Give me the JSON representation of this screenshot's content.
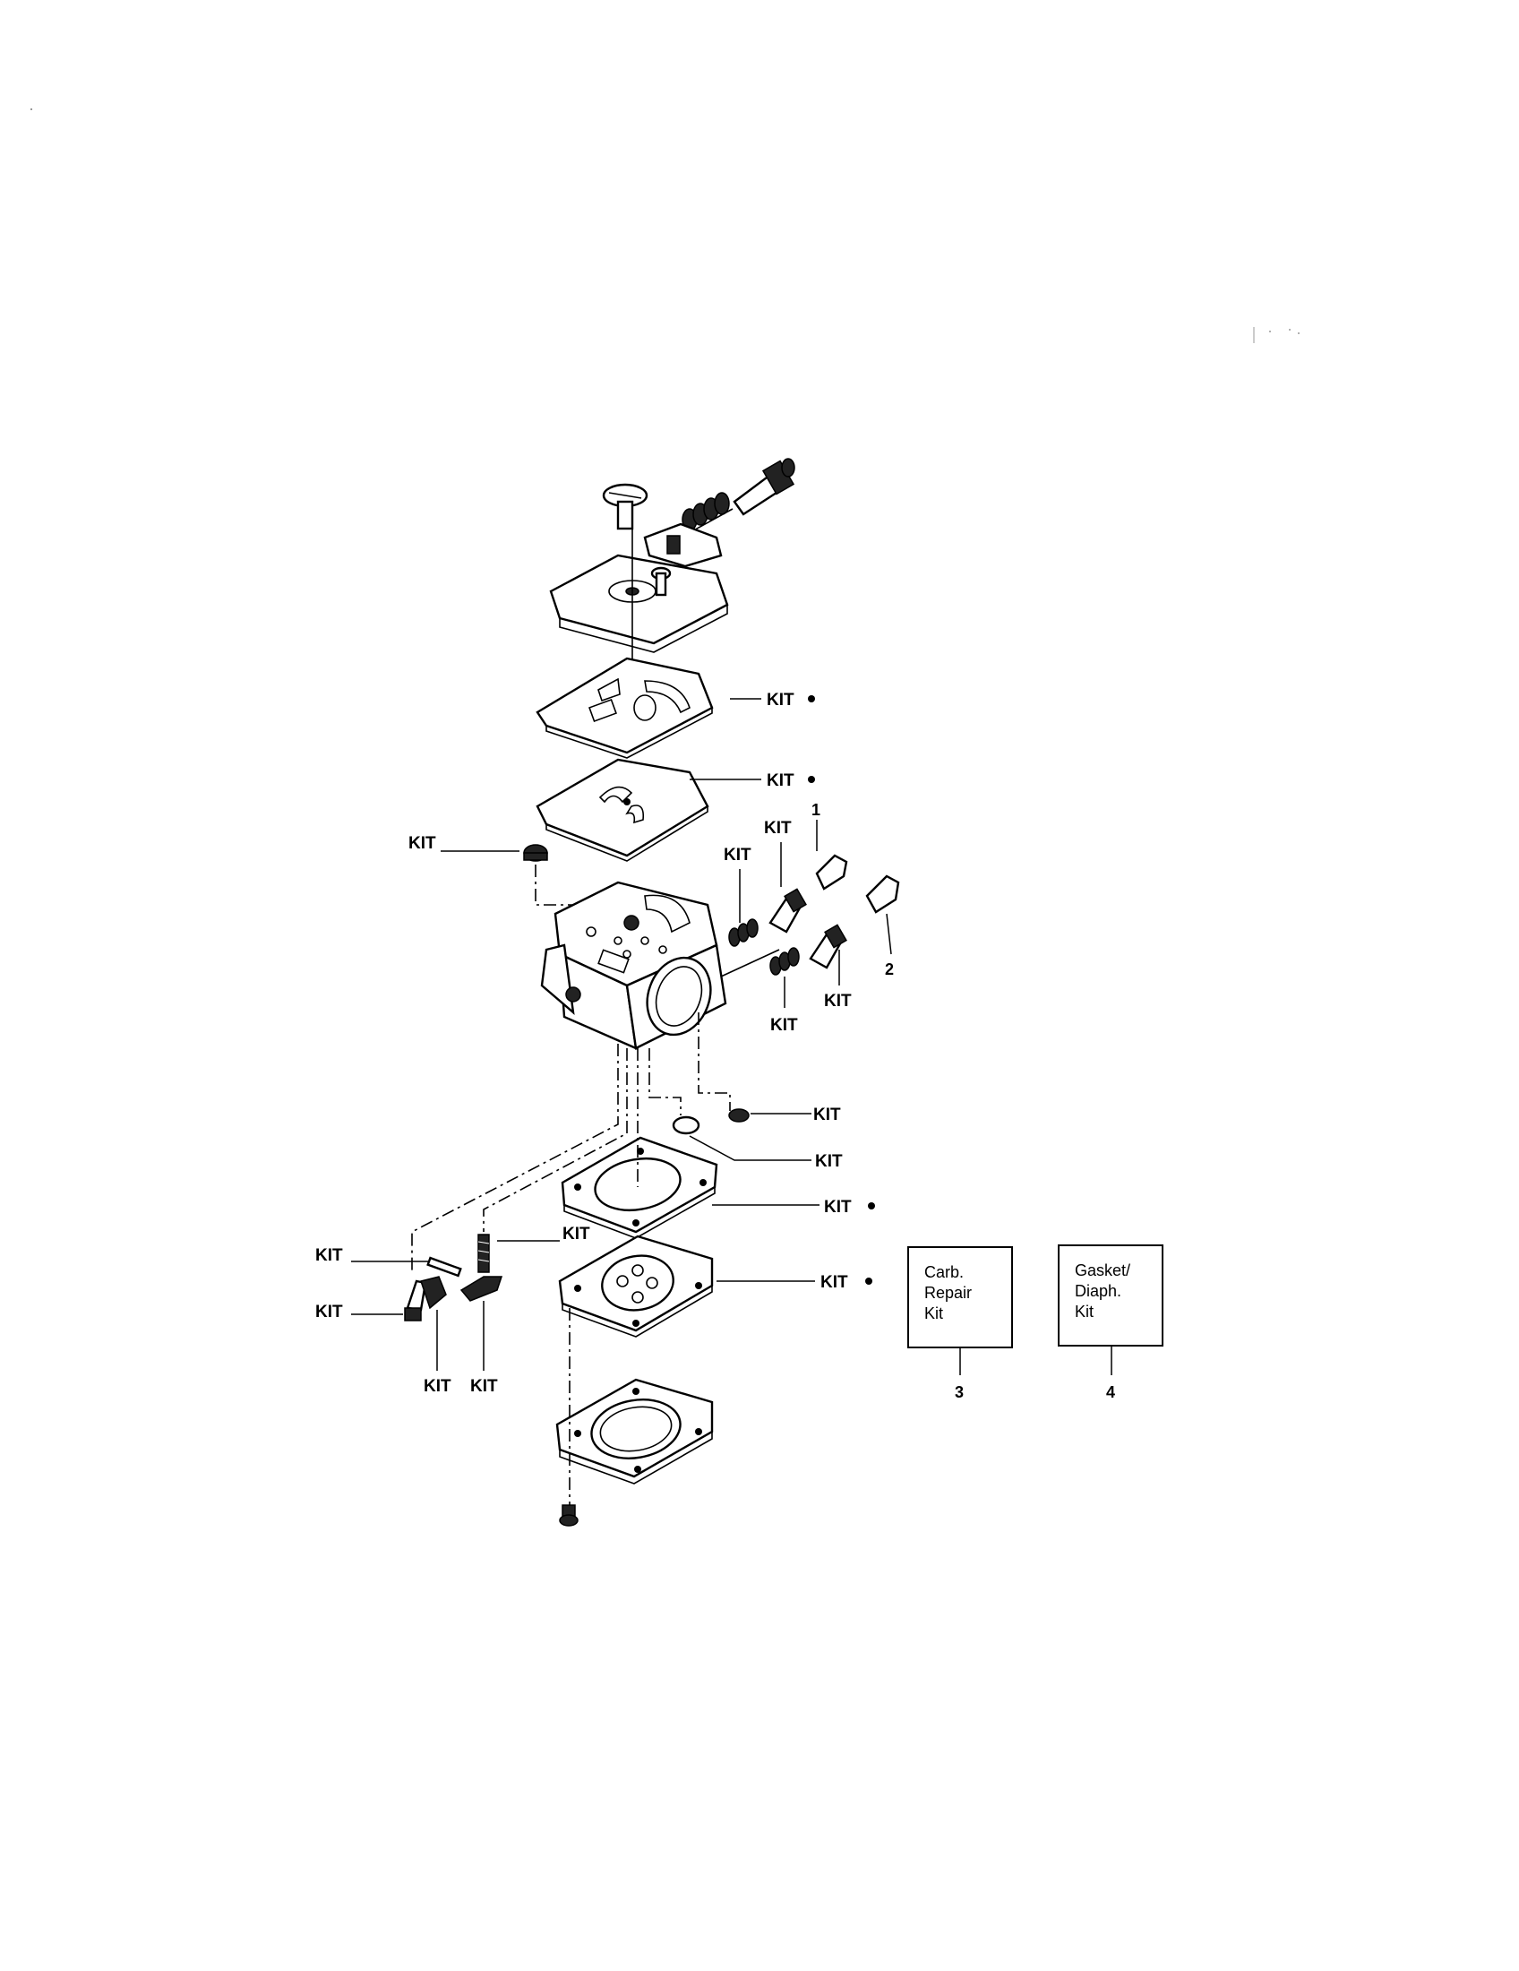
{
  "callouts": {
    "gasket_upper_1": "KIT",
    "gasket_upper_2": "KIT",
    "cap_left": "KIT",
    "spring_left": "KIT",
    "needle_upper": "KIT",
    "item_1": "1",
    "item_2": "2",
    "needle_lower": "KIT",
    "spring_lower": "KIT",
    "screen_right": "KIT",
    "disc_right": "KIT",
    "gasket_lower": "KIT",
    "spring_small": "KIT",
    "diaphragm": "KIT",
    "pin_left": "KIT",
    "needle_left": "KIT",
    "lever_1": "KIT",
    "lever_2": "KIT"
  },
  "kit_boxes": [
    {
      "lines": [
        "Carb.",
        "Repair",
        "Kit"
      ],
      "number": "3"
    },
    {
      "lines": [
        "Gasket/",
        "Diaph.",
        "Kit"
      ],
      "number": "4"
    }
  ]
}
